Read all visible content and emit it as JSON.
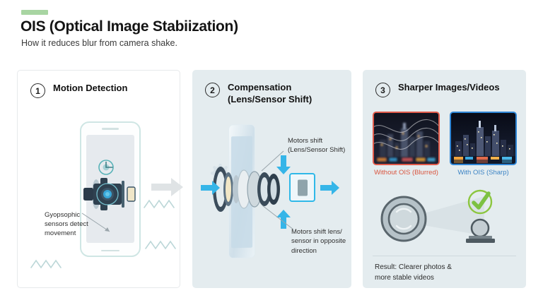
{
  "header": {
    "accent_color": "#a8d5a2",
    "title": "OIS (Optical Image Stabiization)",
    "subtitle": "How it reduces blur from camera shake."
  },
  "panels": [
    {
      "number": "1",
      "title": "Motion Detection",
      "background": "#ffffff",
      "annotation": "Gyopsophic\nsensors detect\nmovement",
      "icons": [
        "gyroscope-icon",
        "smartphone-illustration",
        "camera-module-illustration",
        "shake-wave-icon"
      ]
    },
    {
      "number": "2",
      "title": "Compensation\n(Lens/Sensor Shift)",
      "background": "#e4ecef",
      "annotation_top": "Motors shift\n(Lens/Sensor Shift)",
      "annotation_bottom": "Motors shift lens/\nsensor in opposite\ndirection",
      "icons": [
        "gear-icon",
        "lens-stack-illustration",
        "image-sensor-icon",
        "arrow-right-icon",
        "arrow-down-icon",
        "arrow-up-icon"
      ]
    },
    {
      "number": "3",
      "title": "Sharper Images/Videos",
      "background": "#e4ecef",
      "comparison": [
        {
          "caption": "Without OIS (Blurred)",
          "border_color": "#e05a4a",
          "caption_color": "#d9553f",
          "state": "blurred"
        },
        {
          "caption": "With OIS (Sharp)",
          "border_color": "#2f86d6",
          "caption_color": "#3b83c4",
          "state": "sharp"
        }
      ],
      "result_text": "Result: Clearer photos &\nmore stable videos",
      "icons": [
        "camera-lens-icon",
        "green-check-icon",
        "stable-platform-icon"
      ]
    }
  ],
  "flow": {
    "arrow_icon": "arrow-right-icon",
    "arrow_color": "#dfe3e5"
  },
  "colors": {
    "accent_green": "#a8d5a2",
    "check_green": "#7cc142",
    "cyan": "#2fb8e8",
    "panel_blue_gray": "#e4ecef",
    "text_dark": "#1b1b1b"
  }
}
